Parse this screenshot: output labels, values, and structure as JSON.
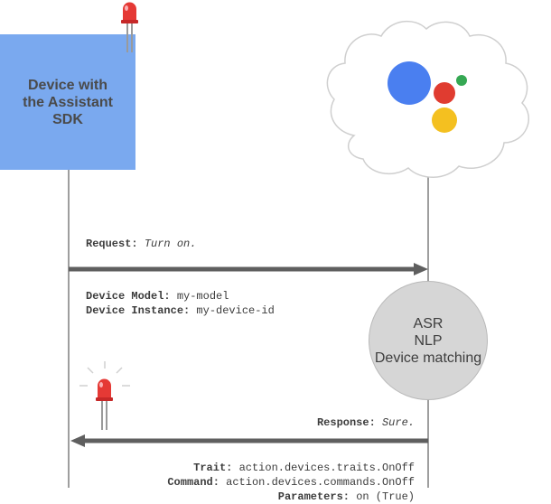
{
  "device": {
    "label": "Device with\nthe Assistant\nSDK"
  },
  "request": {
    "key": "Request:",
    "value": "Turn on."
  },
  "model": {
    "key": "Device Model:",
    "value": "my-model"
  },
  "instance": {
    "key": "Device Instance:",
    "value": "my-device-id"
  },
  "processing": {
    "line1": "ASR",
    "line2": "NLP",
    "line3": "Device matching"
  },
  "response": {
    "key": "Response:",
    "value": "Sure."
  },
  "trait": {
    "key": "Trait:",
    "value": "action.devices.traits.OnOff"
  },
  "command": {
    "key": "Command:",
    "value": "action.devices.commands.OnOff"
  },
  "parameters": {
    "key": "Parameters:",
    "value": "on (True)"
  },
  "colors": {
    "device_box": "#7aa9ef",
    "arrow": "#5f5f5f",
    "assistant_blue": "#4a7ff0",
    "assistant_red": "#e03c30",
    "assistant_yellow": "#f4c020",
    "assistant_green": "#35a853",
    "led_red": "#e53935"
  },
  "icons": {
    "led_off": "led-icon",
    "led_on": "led-lit-icon",
    "cloud": "cloud-icon",
    "assistant_logo": "google-assistant-logo-icon"
  }
}
